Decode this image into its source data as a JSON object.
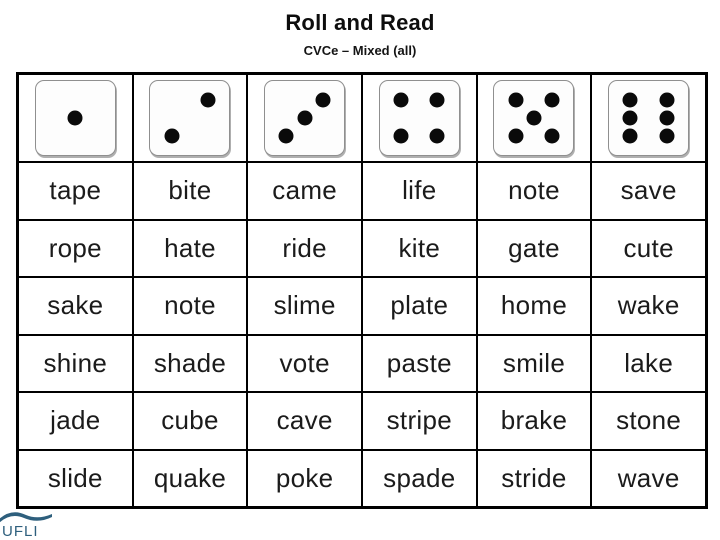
{
  "header": {
    "title": "Roll and Read",
    "subtitle": "CVCe – Mixed (all)"
  },
  "dice": {
    "values": [
      1,
      2,
      3,
      4,
      5,
      6
    ]
  },
  "table": {
    "rows": [
      [
        "tape",
        "bite",
        "came",
        "life",
        "note",
        "save"
      ],
      [
        "rope",
        "hate",
        "ride",
        "kite",
        "gate",
        "cute"
      ],
      [
        "sake",
        "note",
        "slime",
        "plate",
        "home",
        "wake"
      ],
      [
        "shine",
        "shade",
        "vote",
        "paste",
        "smile",
        "lake"
      ],
      [
        "jade",
        "cube",
        "cave",
        "stripe",
        "brake",
        "stone"
      ],
      [
        "slide",
        "quake",
        "poke",
        "spade",
        "stride",
        "wave"
      ]
    ]
  },
  "footer": {
    "logo_text": "UFLI",
    "logo_color": "#2e5f7d"
  }
}
